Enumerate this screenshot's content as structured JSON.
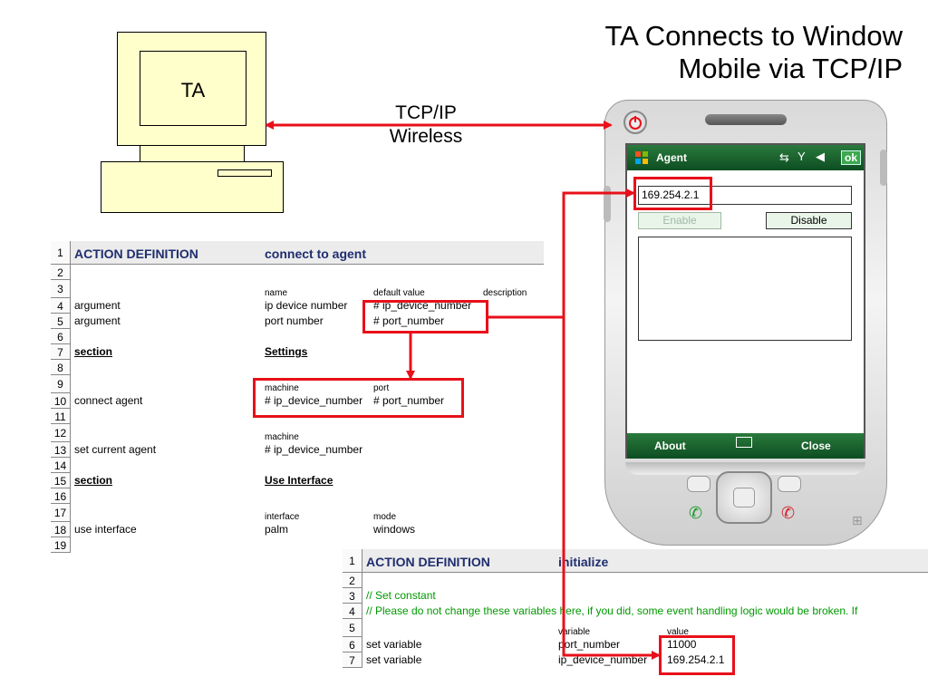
{
  "title": [
    "TA Connects to Window",
    "Mobile via TCP/IP"
  ],
  "computer_label": "TA",
  "connection_label": [
    "TCP/IP",
    "Wireless"
  ],
  "device": {
    "app_title": "Agent",
    "ok_label": "ok",
    "ip_value": "169.254.2.1",
    "enable_label": "Enable",
    "disable_label": "Disable",
    "about_label": "About",
    "close_label": "Close"
  },
  "sheet1": {
    "rows": [
      {
        "n": "1",
        "a": "ACTION DEFINITION",
        "b": "connect to agent",
        "c": "",
        "d": ""
      },
      {
        "n": "2",
        "a": "",
        "b": "",
        "c": "",
        "d": ""
      },
      {
        "n": "3",
        "a": "",
        "b": "name",
        "c": "default value",
        "d": "description"
      },
      {
        "n": "4",
        "a": "argument",
        "b": "ip device number",
        "c": "# ip_device_number",
        "d": ""
      },
      {
        "n": "5",
        "a": "argument",
        "b": "port number",
        "c": "# port_number",
        "d": ""
      },
      {
        "n": "6",
        "a": "",
        "b": "",
        "c": "",
        "d": ""
      },
      {
        "n": "7",
        "a": "section",
        "b": "Settings",
        "c": "",
        "d": ""
      },
      {
        "n": "8",
        "a": "",
        "b": "",
        "c": "",
        "d": ""
      },
      {
        "n": "9",
        "a": "",
        "b": "machine",
        "c": "port",
        "d": ""
      },
      {
        "n": "10",
        "a": "connect agent",
        "b": "# ip_device_number",
        "c": "# port_number",
        "d": ""
      },
      {
        "n": "11",
        "a": "",
        "b": "",
        "c": "",
        "d": ""
      },
      {
        "n": "12",
        "a": "",
        "b": "machine",
        "c": "",
        "d": ""
      },
      {
        "n": "13",
        "a": "set current agent",
        "b": "# ip_device_number",
        "c": "",
        "d": ""
      },
      {
        "n": "14",
        "a": "",
        "b": "",
        "c": "",
        "d": ""
      },
      {
        "n": "15",
        "a": "section",
        "b": "Use Interface",
        "c": "",
        "d": ""
      },
      {
        "n": "16",
        "a": "",
        "b": "",
        "c": "",
        "d": ""
      },
      {
        "n": "17",
        "a": "",
        "b": "interface",
        "c": "mode",
        "d": ""
      },
      {
        "n": "18",
        "a": "use interface",
        "b": "palm",
        "c": "windows",
        "d": ""
      },
      {
        "n": "19",
        "a": "",
        "b": "",
        "c": "",
        "d": ""
      }
    ]
  },
  "sheet2": {
    "rows": [
      {
        "n": "1",
        "a": "ACTION DEFINITION",
        "b": "initialize",
        "c": ""
      },
      {
        "n": "2",
        "a": "",
        "b": "",
        "c": ""
      },
      {
        "n": "3",
        "a": "// Set constant",
        "b": "",
        "c": ""
      },
      {
        "n": "4",
        "a": "// Please do not change these variables here, if you did, some event handling logic would be broken.  If",
        "b": "",
        "c": ""
      },
      {
        "n": "5",
        "a": "",
        "b": "variable",
        "c": "value"
      },
      {
        "n": "6",
        "a": "set variable",
        "b": "port_number",
        "c": "11000"
      },
      {
        "n": "7",
        "a": "set variable",
        "b": "ip_device_number",
        "c": "169.254.2.1"
      }
    ]
  },
  "colors": {
    "highlight": "#e8101a",
    "header_text": "#1f2e6e",
    "comment": "#009900",
    "device_bar": "#0d4d22"
  }
}
